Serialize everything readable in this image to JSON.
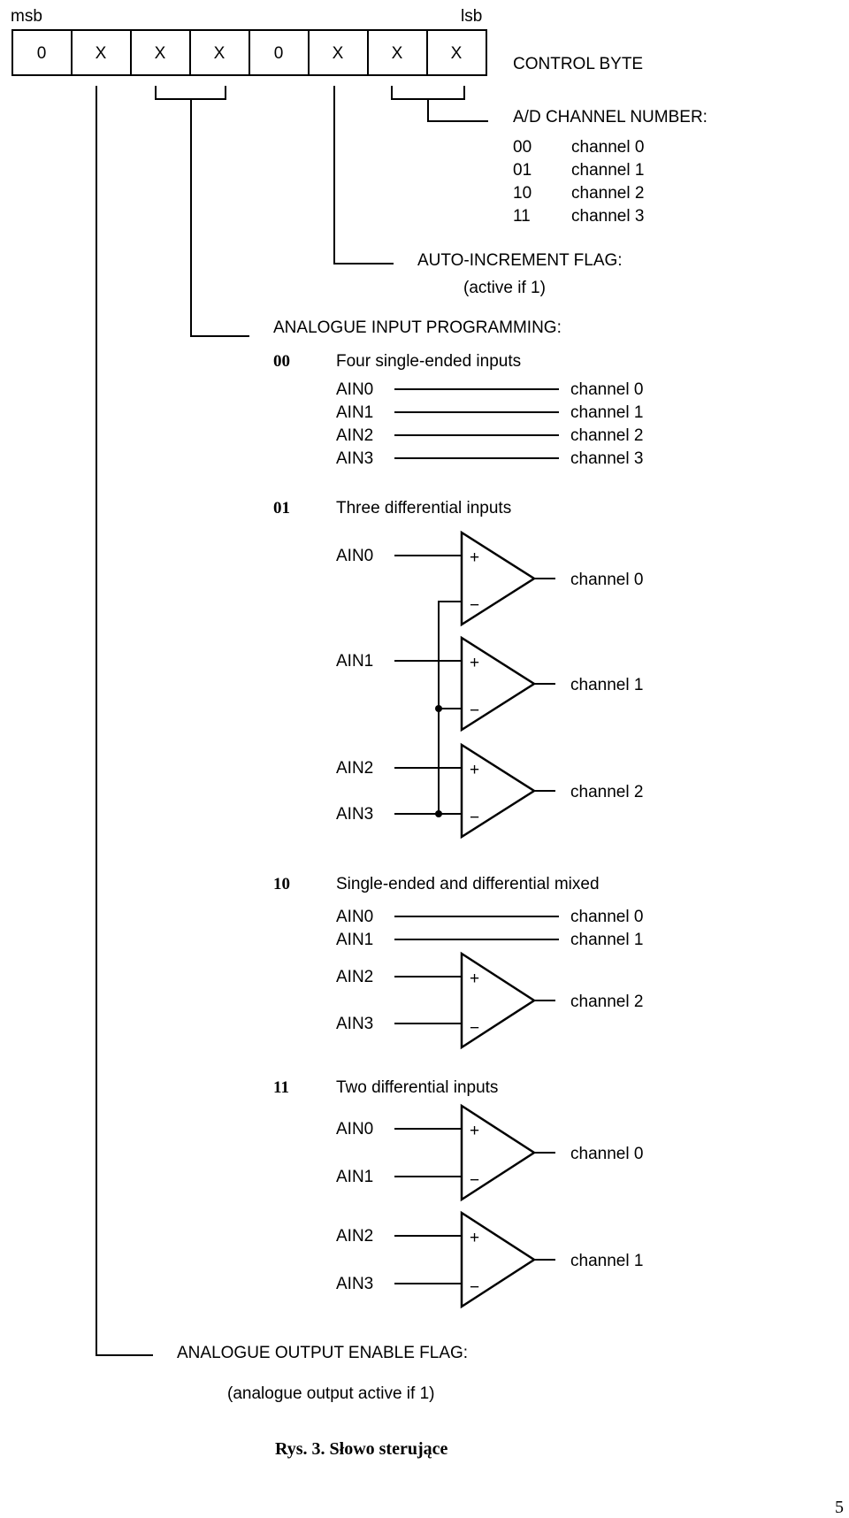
{
  "header": {
    "msb": "msb",
    "lsb": "lsb"
  },
  "control_byte": {
    "bits": [
      "0",
      "X",
      "X",
      "X",
      "0",
      "X",
      "X",
      "X"
    ],
    "label": "CONTROL BYTE"
  },
  "channel_number": {
    "title": "A/D CHANNEL NUMBER:",
    "rows": [
      {
        "code": "00",
        "label": "channel 0"
      },
      {
        "code": "01",
        "label": "channel 1"
      },
      {
        "code": "10",
        "label": "channel 2"
      },
      {
        "code": "11",
        "label": "channel 3"
      }
    ]
  },
  "auto_increment": {
    "title": "AUTO-INCREMENT FLAG:",
    "note": "(active if 1)"
  },
  "programming": {
    "title": "ANALOGUE INPUT PROGRAMMING:",
    "modes": [
      {
        "code": "00",
        "title": "Four single-ended inputs",
        "inputs": [
          "AIN0",
          "AIN1",
          "AIN2",
          "AIN3"
        ],
        "outputs": [
          "channel 0",
          "channel 1",
          "channel 2",
          "channel 3"
        ]
      },
      {
        "code": "01",
        "title": "Three differential inputs",
        "inputs": [
          "AIN0",
          "AIN1",
          "AIN2",
          "AIN3"
        ],
        "outputs": [
          "channel 0",
          "channel 1",
          "channel 2"
        ]
      },
      {
        "code": "10",
        "title": "Single-ended and differential mixed",
        "inputs": [
          "AIN0",
          "AIN1",
          "AIN2",
          "AIN3"
        ],
        "outputs": [
          "channel 0",
          "channel 1",
          "channel 2"
        ]
      },
      {
        "code": "11",
        "title": "Two differential inputs",
        "inputs": [
          "AIN0",
          "AIN1",
          "AIN2",
          "AIN3"
        ],
        "outputs": [
          "channel 0",
          "channel 1"
        ]
      }
    ],
    "plus": "+",
    "minus": "−"
  },
  "output_enable": {
    "title": "ANALOGUE OUTPUT ENABLE FLAG:",
    "note": "(analogue output active if 1)"
  },
  "caption": "Rys. 3. Słowo sterujące",
  "page_number": "5"
}
